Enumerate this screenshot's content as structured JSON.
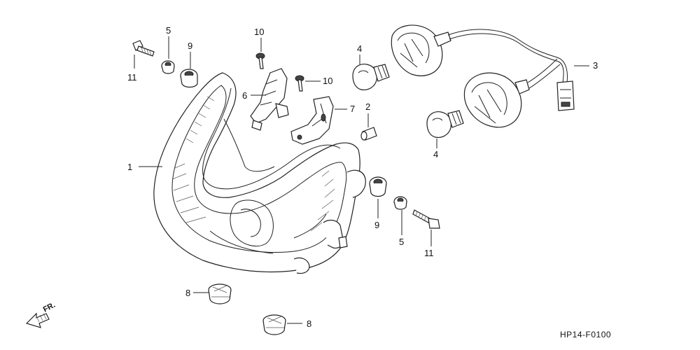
{
  "diagram": {
    "code": "HP14-F0100",
    "direction_label": "FR.",
    "callouts": {
      "c1": "1",
      "c2": "2",
      "c3": "3",
      "c4a": "4",
      "c4b": "4",
      "c5a": "5",
      "c5b": "5",
      "c6": "6",
      "c7": "7",
      "c8a": "8",
      "c8b": "8",
      "c9a": "9",
      "c9b": "9",
      "c10a": "10",
      "c10b": "10",
      "c11a": "11",
      "c11b": "11"
    }
  }
}
